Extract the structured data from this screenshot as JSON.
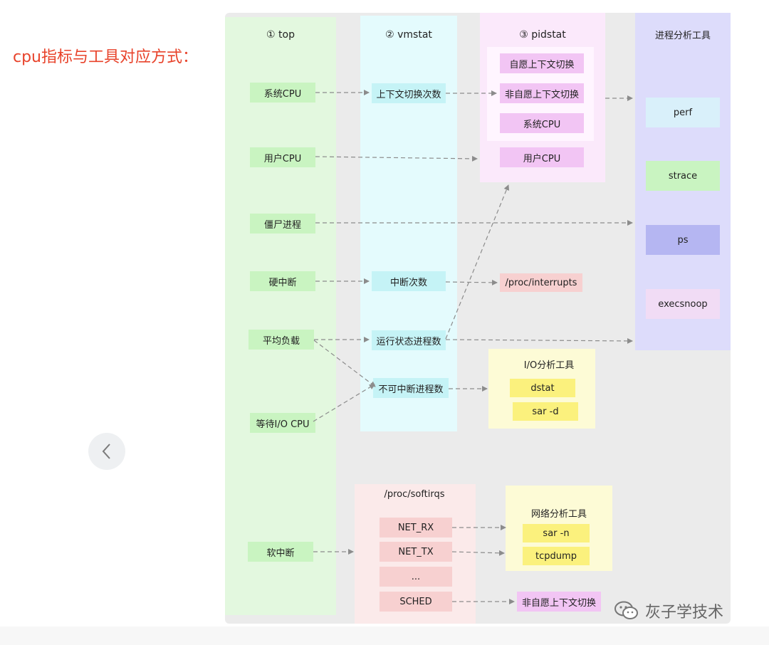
{
  "heading": "cpu指标与工具对应方式：",
  "columns": {
    "top": {
      "title": "① top",
      "items": {
        "sys_cpu": "系统CPU",
        "user_cpu": "用户CPU",
        "zombie": "僵尸进程",
        "hardirq": "硬中断",
        "loadavg": "平均负载",
        "iowait": "等待I/O CPU",
        "softirq": "软中断"
      }
    },
    "vmstat": {
      "title": "② vmstat",
      "items": {
        "cs": "上下文切换次数",
        "intr": "中断次数",
        "running": "运行状态进程数",
        "blocked": "不可中断进程数"
      }
    },
    "pidstat": {
      "title": "③ pidstat",
      "items": {
        "voluntary": "自愿上下文切换",
        "involuntary": "非自愿上下文切换",
        "sys_cpu": "系统CPU",
        "user_cpu": "用户CPU"
      }
    },
    "proc_tools": {
      "title": "进程分析工具",
      "items": {
        "perf": "perf",
        "strace": "strace",
        "ps": "ps",
        "execsnoop": "execsnoop"
      }
    }
  },
  "interrupts": "/proc/interrupts",
  "io_tools": {
    "title": "I/O分析工具",
    "dstat": "dstat",
    "sar": "sar -d"
  },
  "softirqs": {
    "title": "/proc/softirqs",
    "items": [
      "NET_RX",
      "NET_TX",
      "...",
      "SCHED"
    ]
  },
  "net_tools": {
    "title": "网络分析工具",
    "sar": "sar -n",
    "tcpdump": "tcpdump"
  },
  "sched_target": "非自愿上下文切换",
  "watermark": "灰子学技术",
  "icons": {
    "prev": "chevron-left-icon",
    "wechat": "wechat-icon"
  },
  "colors": {
    "heading": "#e8432b",
    "arrow": "#8c8c8c"
  }
}
